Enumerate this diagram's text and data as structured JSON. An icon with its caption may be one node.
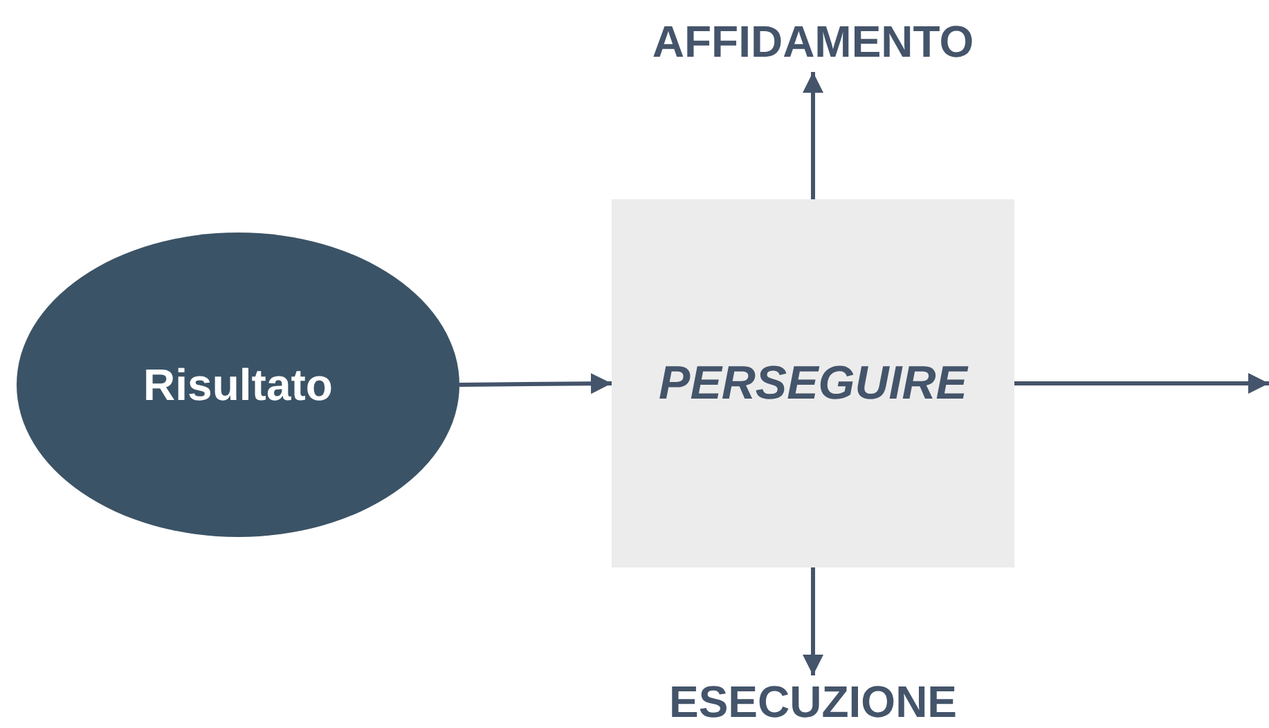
{
  "diagram": {
    "nodes": [
      {
        "text": [
          "Risultato"
        ]
      },
      {
        "text": [
          "PERSEGUIRE"
        ]
      },
      {
        "text": [
          "AFFIDAMENTO"
        ]
      },
      {
        "text": [
          "ESECUZIONE"
        ]
      }
    ],
    "edges": [
      {
        "from": 0,
        "to": 1,
        "arrow": "to"
      },
      {
        "from": 1,
        "to": 2,
        "arrow": "to"
      },
      {
        "from": 1,
        "to": 3,
        "arrow": "to"
      },
      {
        "from": 1,
        "to": null,
        "arrow": "to"
      }
    ]
  }
}
